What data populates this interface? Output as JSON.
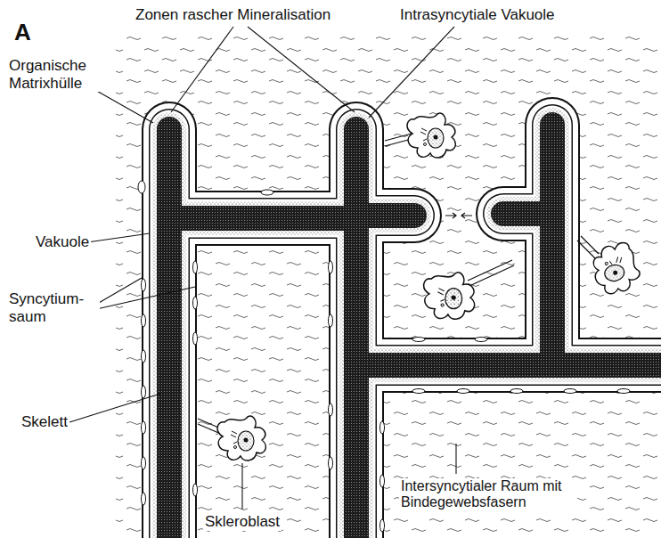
{
  "diagram": {
    "labels": [
      "A",
      "Zonen rascher Mineralisation",
      "Intrasyncytiale Vakuole",
      "Organische Matrixhülle",
      "Vakuole",
      "Syncytium- saum",
      "Skelett",
      "Skleroblast",
      "Intersyncytialer Raum mit Bindegewebsfasern"
    ]
  }
}
